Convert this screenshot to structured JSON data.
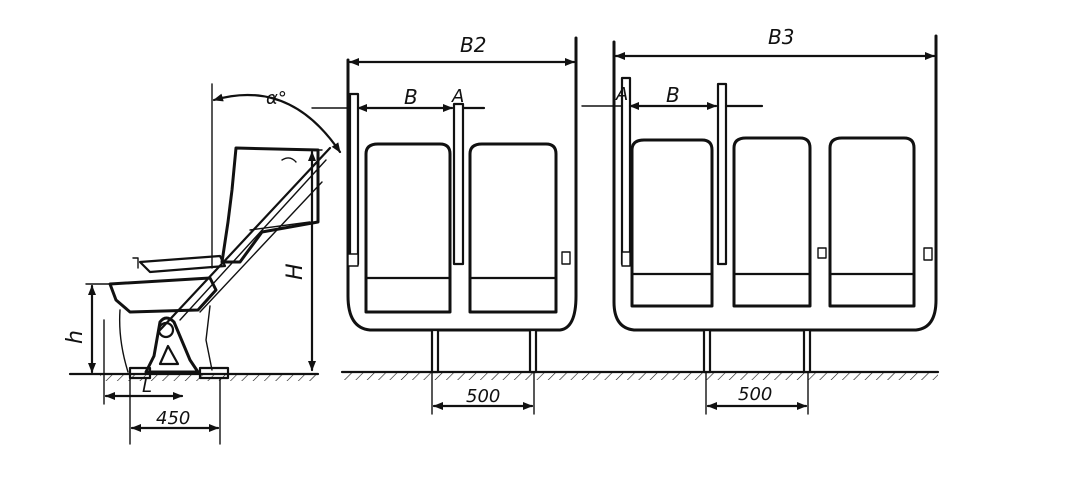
{
  "labels": {
    "b2": "B2",
    "b3": "B3",
    "b": "B",
    "a": "A",
    "alpha": "α°",
    "h_upper": "H",
    "h_lower": "h",
    "l": "L",
    "dim_450": "450",
    "dim_500": "500"
  },
  "colors": {
    "ink": "#111111",
    "paper": "#ffffff"
  }
}
